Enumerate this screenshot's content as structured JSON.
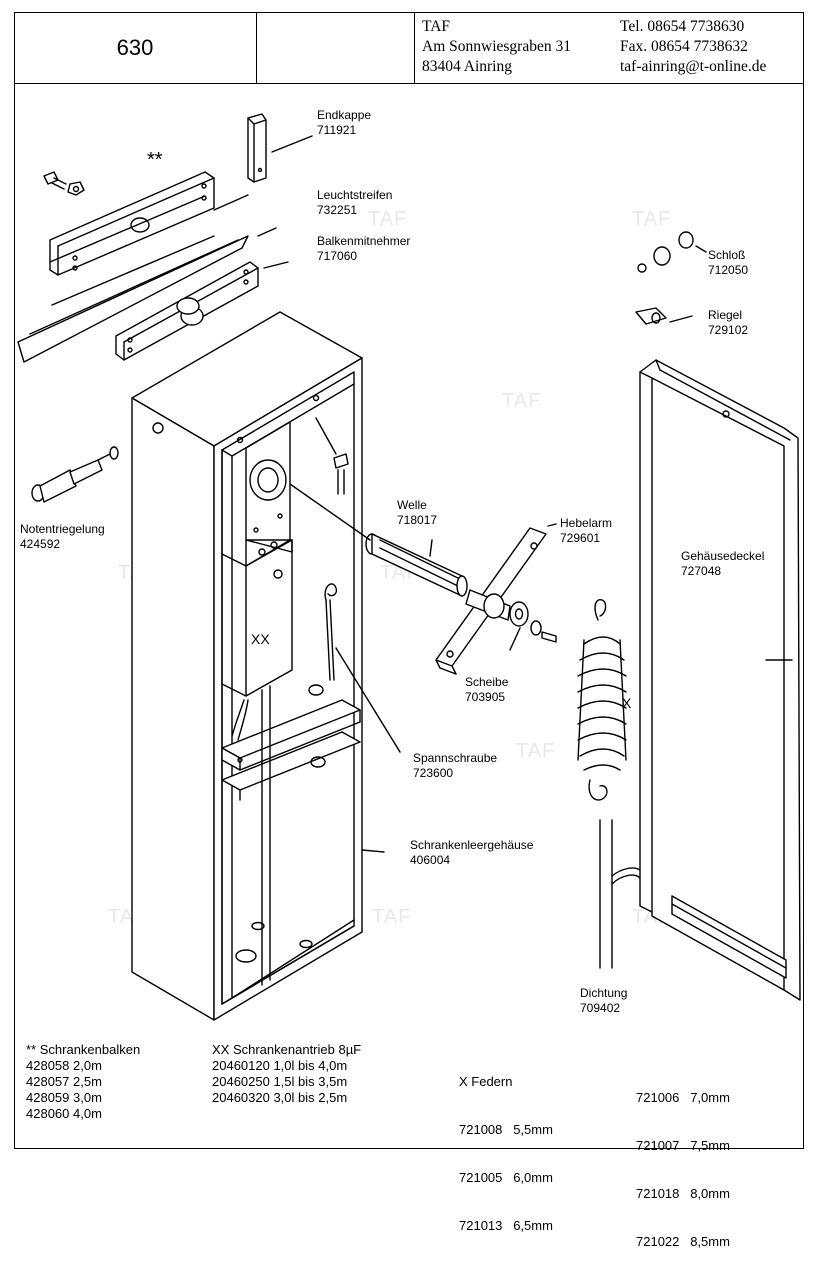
{
  "header": {
    "page_number": "630",
    "company": [
      "TAF",
      "Am Sonnwiesgraben 31",
      "83404 Ainring"
    ],
    "contact": [
      "Tel.  08654 7738630",
      "Fax.  08654 7738632",
      "taf-ainring@t-online.de"
    ]
  },
  "watermark": "TAF",
  "parts": {
    "endkappe": {
      "name": "Endkappe",
      "number": "711921"
    },
    "leuchtstreifen": {
      "name": "Leuchtstreifen",
      "number": "732251"
    },
    "balkenmitnehmer": {
      "name": "Balkenmitnehmer",
      "number": "717060"
    },
    "schloss": {
      "name": "Schloß",
      "number": "712050"
    },
    "riegel": {
      "name": "Riegel",
      "number": "729102"
    },
    "notentriegelung": {
      "name": "Notentriegelung",
      "number": "424592"
    },
    "welle": {
      "name": "Welle",
      "number": "718017"
    },
    "hebelarm": {
      "name": "Hebelarm",
      "number": "729601"
    },
    "gehaeusedeckel": {
      "name": "Gehäusedeckel",
      "number": "727048"
    },
    "scheibe": {
      "name": "Scheibe",
      "number": "703905"
    },
    "spannschraube": {
      "name": "Spannschraube",
      "number": "723600"
    },
    "schrankenleergehaeuse": {
      "name": "Schrankenleergehäuse",
      "number": "406004"
    },
    "dichtung": {
      "name": "Dichtung",
      "number": "709402"
    }
  },
  "markers": {
    "beam": "**",
    "drive": "XX",
    "spring": "X"
  },
  "tables": {
    "schrankenbalken": {
      "title": "** Schrankenbalken",
      "rows": [
        "428058  2,0m",
        "428057  2,5m",
        "428059  3,0m",
        "428060  4,0m"
      ]
    },
    "schrankenantrieb": {
      "title": "XX Schrankenantrieb 8µF",
      "rows": [
        "20460120 1,0l bis 4,0m",
        "20460250 1,5l bis 3,5m",
        "20460320 3,0l bis 2,5m"
      ]
    },
    "federn": {
      "title": "X Federn",
      "rows_left": [
        "721008   5,5mm",
        "721005   6,0mm",
        "721013   6,5mm"
      ],
      "rows_right": [
        "721006   7,0mm",
        "721007   7,5mm",
        "721018   8,0mm",
        "721022   8,5mm"
      ]
    }
  }
}
